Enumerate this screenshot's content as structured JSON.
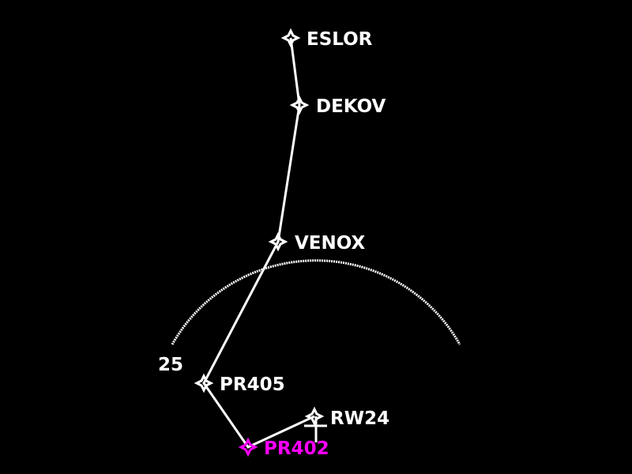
{
  "range_ring": {
    "label": "25"
  },
  "waypoints": [
    {
      "name": "ESLOR"
    },
    {
      "name": "DEKOV"
    },
    {
      "name": "VENOX"
    },
    {
      "name": "PR405"
    },
    {
      "name": "PR402",
      "active": true
    },
    {
      "name": "RW24",
      "type": "runway"
    }
  ],
  "colors": {
    "background": "#000000",
    "route": "#ffffff",
    "active_waypoint": "#ff00ff"
  }
}
